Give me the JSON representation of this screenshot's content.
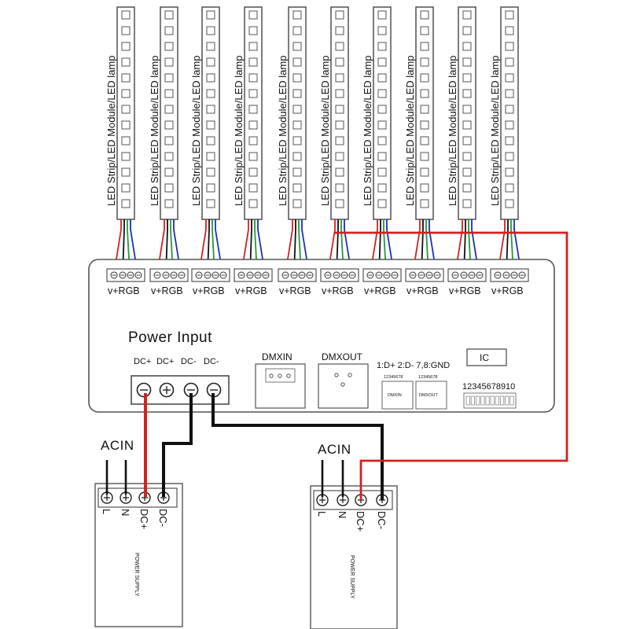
{
  "strips": {
    "label": "LED Strip/LED Module/LED lamp",
    "count": 10
  },
  "controller": {
    "output_label": "v+RGB",
    "power_input_title": "Power Input",
    "power_terminals": [
      "DC+",
      "DC+",
      "DC-",
      "DC-"
    ],
    "dmx_in_label": "DMXIN",
    "dmx_out_label": "DMXOUT",
    "pinout_note": "1:D+ 2:D- 7,8:GND",
    "ic_label": "IC",
    "pin_numbers_a": "12345678",
    "pin_numbers_b": "12345678",
    "dmxin_small": "DMXIN",
    "dmxout_small": "DMXOUT",
    "dip_numbers": "12345678910"
  },
  "power_supplies": [
    {
      "acin_label": "ACIN",
      "terminals": [
        "L",
        "N",
        "DC+",
        "DC-"
      ],
      "name": "POWER SUPPLY"
    },
    {
      "acin_label": "ACIN",
      "terminals": [
        "L",
        "N",
        "DC+",
        "DC-"
      ],
      "name": "POWER SUPPLY"
    }
  ],
  "colors": {
    "wire_red": "#d42020",
    "wire_green": "#1f9a3a",
    "wire_blue": "#1f2fb8",
    "wire_black": "#111111"
  }
}
